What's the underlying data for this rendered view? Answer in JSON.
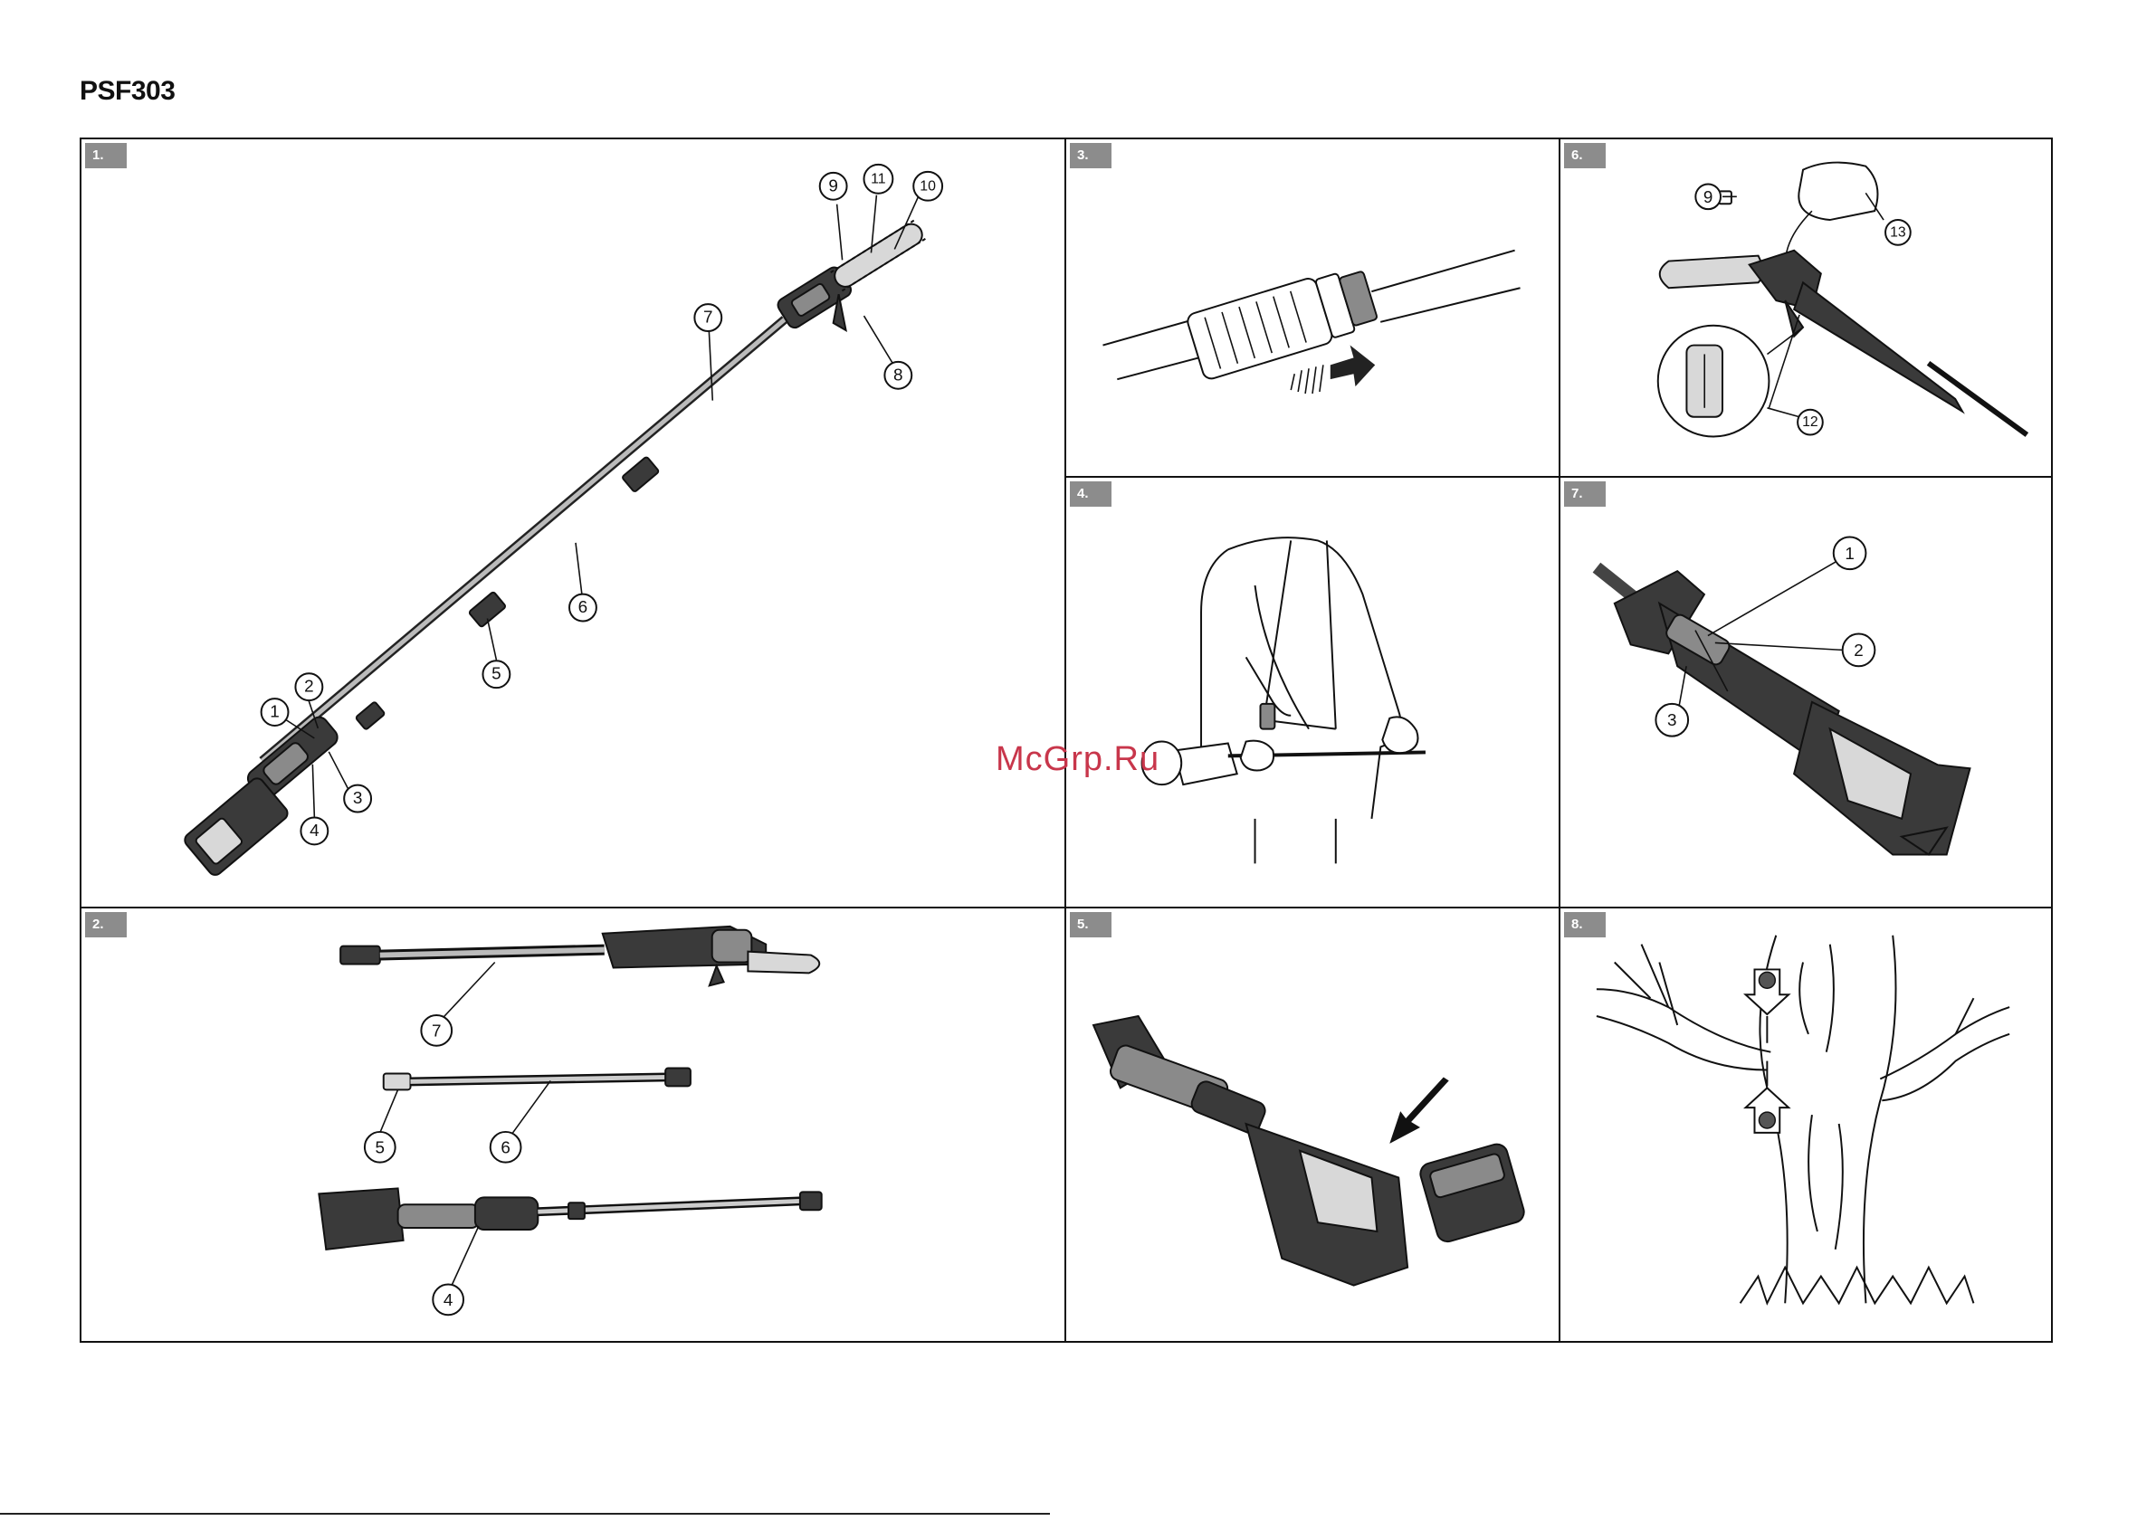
{
  "document": {
    "title": "PSF303",
    "watermark": "McGrp.Ru"
  },
  "panels": [
    {
      "id": "1",
      "label": "1.",
      "callouts": [
        "1",
        "2",
        "3",
        "4",
        "5",
        "6",
        "7",
        "8",
        "9",
        "10",
        "11"
      ]
    },
    {
      "id": "2",
      "label": "2.",
      "callouts": [
        "7",
        "5",
        "6",
        "4"
      ]
    },
    {
      "id": "3",
      "label": "3.",
      "callouts": []
    },
    {
      "id": "4",
      "label": "4.",
      "callouts": []
    },
    {
      "id": "5",
      "label": "5.",
      "callouts": []
    },
    {
      "id": "6",
      "label": "6.",
      "callouts": [
        "9",
        "13",
        "12"
      ]
    },
    {
      "id": "7",
      "label": "7.",
      "callouts": [
        "1",
        "2",
        "3"
      ]
    },
    {
      "id": "8",
      "label": "8.",
      "callouts": []
    }
  ]
}
